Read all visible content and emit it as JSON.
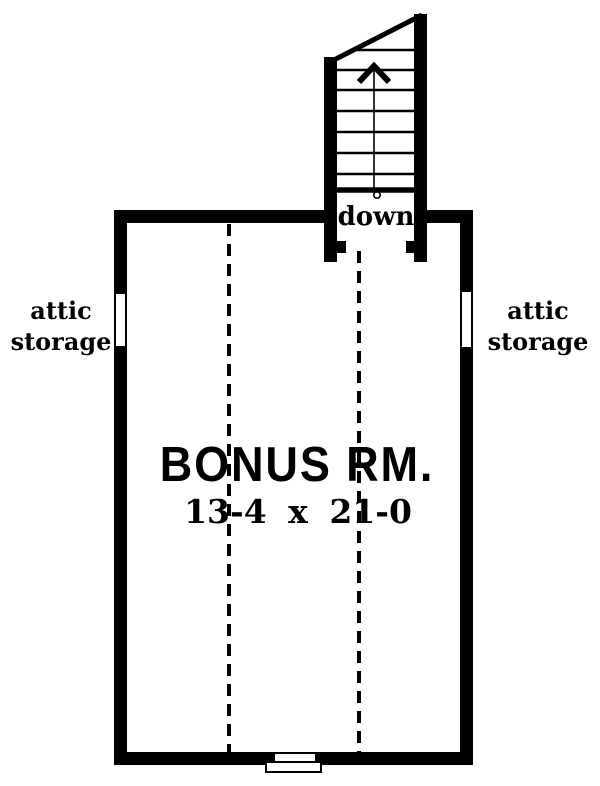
{
  "colors": {
    "ink": "#000000",
    "paper": "#ffffff"
  },
  "floor_plan": {
    "room": {
      "name": "BONUS RM.",
      "dimensions": "13-4 x 21-0"
    },
    "stairs": {
      "label": "down",
      "tread_count": 8,
      "arrow_direction": "up"
    },
    "attic_storage_left": {
      "line1": "attic",
      "line2": "storage"
    },
    "attic_storage_right": {
      "line1": "attic",
      "line2": "storage"
    }
  }
}
